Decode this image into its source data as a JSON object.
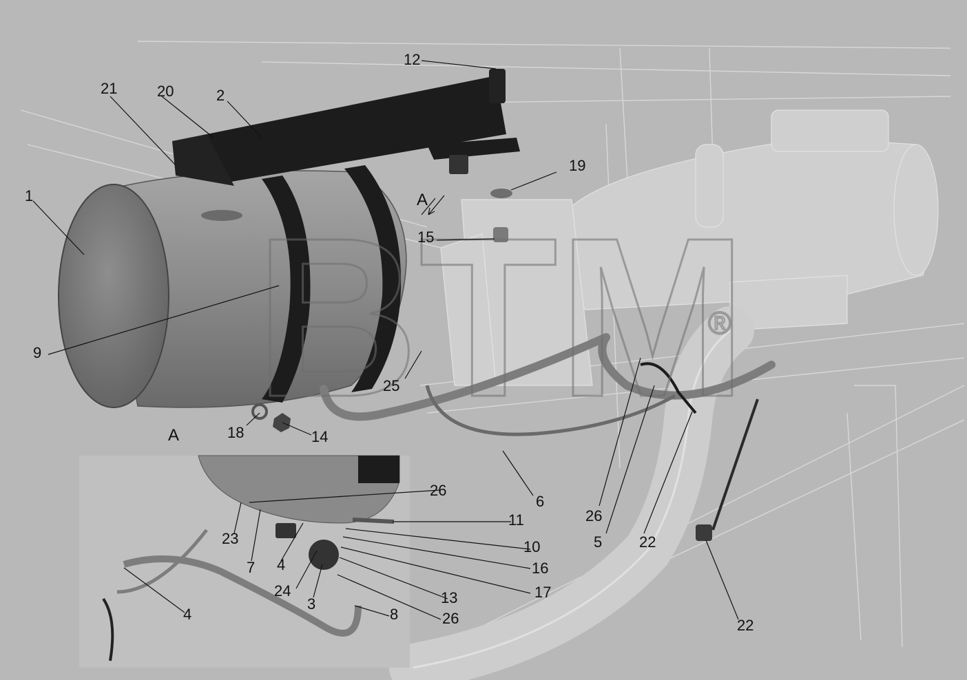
{
  "view_label": "A",
  "inset_label": "A",
  "watermark": {
    "text": "BTM",
    "trademark": "®"
  },
  "callouts": {
    "c1": "1",
    "c2": "2",
    "c3": "3",
    "c4a": "4",
    "c4b": "4",
    "c5": "5",
    "c6": "6",
    "c7": "7",
    "c8": "8",
    "c9": "9",
    "c10": "10",
    "c11": "11",
    "c12": "12",
    "c13": "13",
    "c14": "14",
    "c15": "15",
    "c16": "16",
    "c17": "17",
    "c18": "18",
    "c19": "19",
    "c20": "20",
    "c21": "21",
    "c22a": "22",
    "c22b": "22",
    "c23": "23",
    "c24": "24",
    "c25": "25",
    "c26a": "26",
    "c26b": "26",
    "c26c": "26"
  },
  "colors": {
    "background": "#b8b8b8",
    "heater_body": "#8a8a8a",
    "bracket": "#1c1c1c",
    "hose": "#7d7d7d",
    "ghost_parts": "#cfcfcf"
  }
}
